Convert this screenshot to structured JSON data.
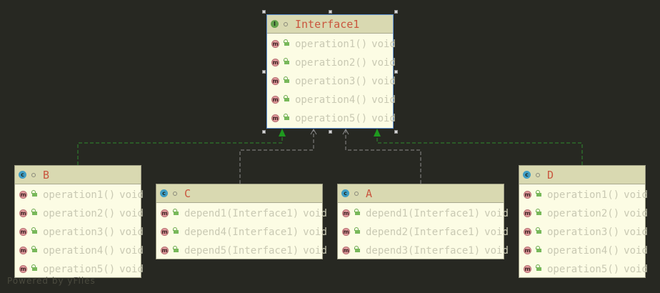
{
  "diagram": {
    "interface": {
      "name": "Interface1",
      "kind": "I",
      "methods": [
        {
          "name": "operation1()",
          "type": "void"
        },
        {
          "name": "operation2()",
          "type": "void"
        },
        {
          "name": "operation3()",
          "type": "void"
        },
        {
          "name": "operation4()",
          "type": "void"
        },
        {
          "name": "operation5()",
          "type": "void"
        }
      ]
    },
    "classes": {
      "B": {
        "name": "B",
        "kind": "c",
        "methods": [
          {
            "name": "operation1()",
            "type": "void"
          },
          {
            "name": "operation2()",
            "type": "void"
          },
          {
            "name": "operation3()",
            "type": "void"
          },
          {
            "name": "operation4()",
            "type": "void"
          },
          {
            "name": "operation5()",
            "type": "void"
          }
        ]
      },
      "C": {
        "name": "C",
        "kind": "c",
        "methods": [
          {
            "name": "depend1(Interface1)",
            "type": "void"
          },
          {
            "name": "depend4(Interface1)",
            "type": "void"
          },
          {
            "name": "depend5(Interface1)",
            "type": "void"
          }
        ]
      },
      "A": {
        "name": "A",
        "kind": "c",
        "methods": [
          {
            "name": "depend1(Interface1)",
            "type": "void"
          },
          {
            "name": "depend2(Interface1)",
            "type": "void"
          },
          {
            "name": "depend3(Interface1)",
            "type": "void"
          }
        ]
      },
      "D": {
        "name": "D",
        "kind": "c",
        "methods": [
          {
            "name": "operation1()",
            "type": "void"
          },
          {
            "name": "operation2()",
            "type": "void"
          },
          {
            "name": "operation3()",
            "type": "void"
          },
          {
            "name": "operation4()",
            "type": "void"
          },
          {
            "name": "operation5()",
            "type": "void"
          }
        ]
      }
    },
    "method_badge": "m",
    "watermark": "Powered by yFiles",
    "colors": {
      "background": "#272822",
      "implements_edge": "#2F8C2F",
      "dependency_edge": "#8C8C8C",
      "title": "#C9563E"
    }
  }
}
